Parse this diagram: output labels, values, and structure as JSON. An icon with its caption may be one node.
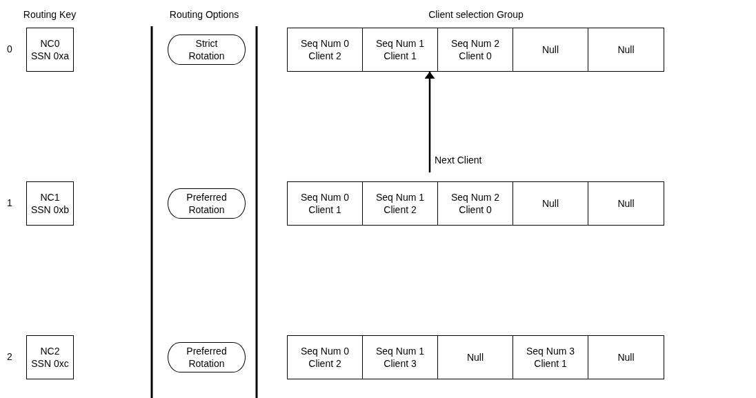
{
  "diagram": {
    "nodes": [
      {
        "text": [
          "NC0 SSN 0xa"
        ]
      },
      {
        "text": [
          "Strict Rotation"
        ]
      },
      {
        "text": [
          "Seq Num 0 Client 2"
        ]
      },
      {
        "text": [
          "Seq Num 1 Client 1"
        ]
      },
      {
        "text": [
          "Seq Num 2 Client 0"
        ]
      },
      {
        "text": [
          "Null"
        ]
      },
      {
        "text": [
          "Null"
        ]
      },
      {
        "text": [
          "Next Client"
        ]
      },
      {
        "text": [
          "NC1 SSN 0xb"
        ]
      },
      {
        "text": [
          "Preferred Rotation"
        ]
      },
      {
        "text": [
          "Seq Num 0 Client 1"
        ]
      },
      {
        "text": [
          "Seq Num 1 Client 2"
        ]
      },
      {
        "text": [
          "Seq Num 2 Client 0"
        ]
      },
      {
        "text": [
          "Null"
        ]
      },
      {
        "text": [
          "Null"
        ]
      },
      {
        "text": [
          "NC2 SSN 0xc"
        ]
      },
      {
        "text": [
          "Preferred Rotation"
        ]
      },
      {
        "text": [
          "Seq Num 0 Client 2"
        ]
      },
      {
        "text": [
          "Seq Num 1 Client 3"
        ]
      },
      {
        "text": [
          "Null"
        ]
      },
      {
        "text": [
          "Seq Num 3 Client 1"
        ]
      },
      {
        "text": [
          "Null"
        ]
      }
    ],
    "edges": [
      {
        "from": 7,
        "to": 3,
        "arrow": "to"
      }
    ],
    "labels": [
      "Routing Key",
      "Routing Options",
      "Client selection Group",
      "0",
      "1",
      "2"
    ]
  }
}
